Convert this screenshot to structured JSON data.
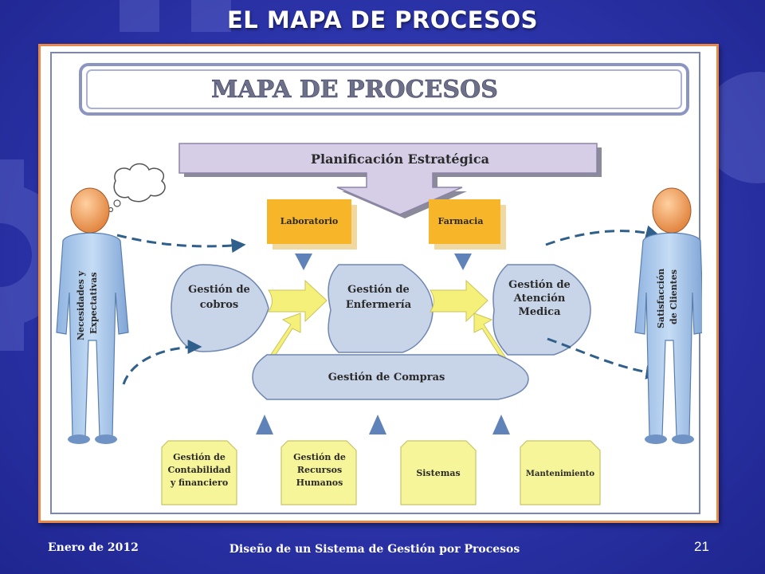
{
  "slide": {
    "title": "EL MAPA DE PROCESOS",
    "footer_date": "Enero de 2012",
    "footer_subtitle": "Diseño de un Sistema de Gestión por Procesos",
    "page_number": "21"
  },
  "diagram": {
    "header": "MAPA DE PROCESOS",
    "strategic": "Planificación Estratégica",
    "support_top": [
      "Laboratorio",
      "Farmacia"
    ],
    "core": {
      "left": [
        "Gestión de",
        "cobros"
      ],
      "middle": [
        "Gestión de",
        "Enfermería"
      ],
      "right": [
        "Gestión de",
        "Atención",
        "Medica"
      ]
    },
    "compras": "Gestión de Compras",
    "support_bottom": [
      [
        "Gestión de",
        "Contabilidad",
        "y financiero"
      ],
      [
        "Gestión de",
        "Recursos",
        "Humanos"
      ],
      [
        "Sistemas"
      ],
      [
        "Mantenimiento"
      ]
    ],
    "left_person_label": [
      "Necesidades y",
      "Expectativas"
    ],
    "right_person_label": [
      "Satisfacción",
      "de Clientes"
    ]
  },
  "colors": {
    "background": "#2b33a8",
    "frame_border": "#e8894a",
    "strategic_fill": "#d6cde6",
    "support_top_fill": "#f7b52a",
    "core_fill": "#c8d4e8",
    "arrow_yellow": "#f5f07a",
    "support_bottom_fill": "#f7f59a",
    "person_body": "#a9c7ea",
    "person_head": "#f0a060",
    "dashed_arrow": "#2f5f8a"
  }
}
